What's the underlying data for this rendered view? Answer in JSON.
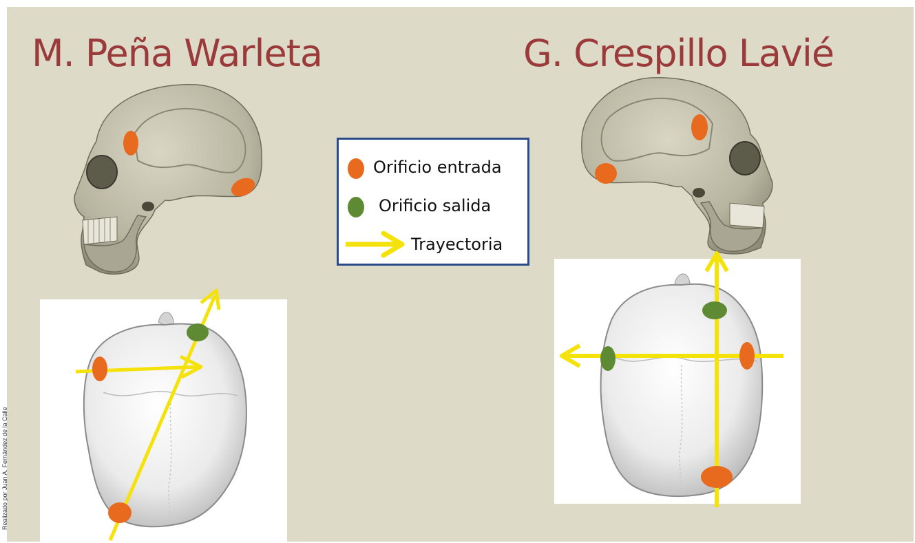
{
  "titles": {
    "left": "M. Peña Warleta",
    "right": "G. Crespillo Lavié"
  },
  "legend": {
    "entry_label": "Orificio entrada",
    "exit_label": "Orificio salida",
    "trajectory_label": "Trayectoria"
  },
  "side_credit": "Realizado por Juan A. Fernández de la Calle",
  "colors": {
    "background": "#dedac8",
    "title": "#9b3a3a",
    "entry_hole": "#e86a1e",
    "exit_hole": "#5f8a34",
    "trajectory": "#f5e20a",
    "legend_border": "#2a4a8a"
  }
}
